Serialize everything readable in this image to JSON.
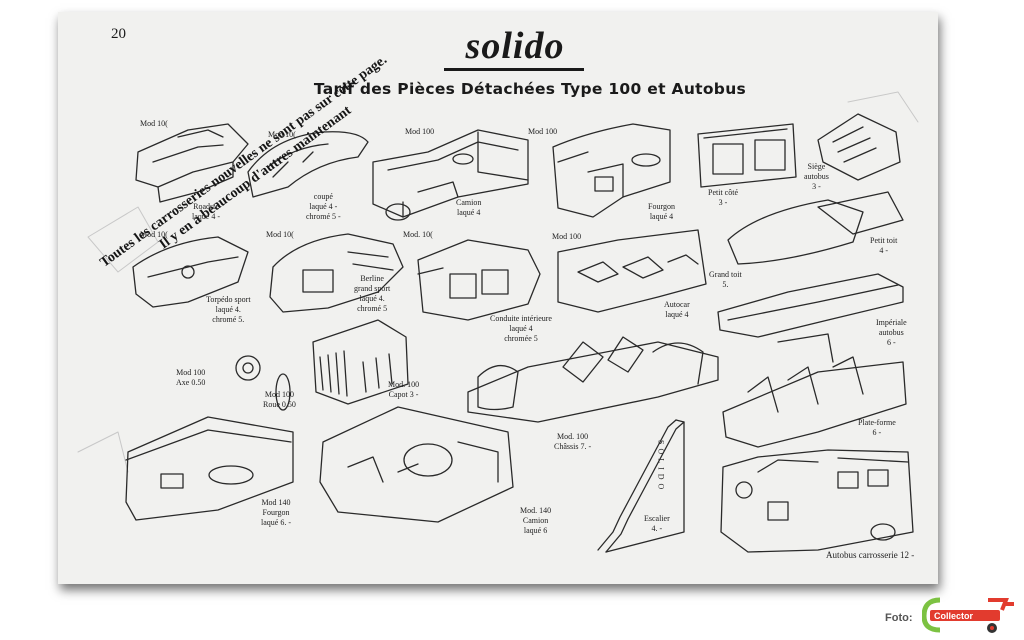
{
  "page_number": "20",
  "brand": "solido",
  "title": "Tarif des Pièces Détachées Type 100 et Autobus",
  "diagonal_notice": [
    "Toutes les carrosseries nouvelles ne sont pas sur cette page.",
    "Il y en a beaucoup d'autres maintenant"
  ],
  "parts": [
    {
      "id": "roadster-mod",
      "lines": [
        "Mod 10("
      ]
    },
    {
      "id": "roadster",
      "lines": [
        "Roadste",
        "laqué 4 -"
      ]
    },
    {
      "id": "coupe-mod",
      "lines": [
        "Mod 10("
      ]
    },
    {
      "id": "coupe",
      "lines": [
        "coupé",
        "laqué 4 -",
        "chromé 5 -"
      ]
    },
    {
      "id": "camion-mod",
      "lines": [
        "Mod 100"
      ]
    },
    {
      "id": "camion",
      "lines": [
        "Camion",
        "laqué 4"
      ]
    },
    {
      "id": "fourgon-mod",
      "lines": [
        "Mod 100"
      ]
    },
    {
      "id": "fourgon",
      "lines": [
        "Fourgon",
        "laqué 4"
      ]
    },
    {
      "id": "petit-cote",
      "lines": [
        "Petit côté",
        "3 -"
      ]
    },
    {
      "id": "siege-autobus",
      "lines": [
        "Siège",
        "autobus",
        "3 -"
      ]
    },
    {
      "id": "torpedo-mod",
      "lines": [
        "Mod 10("
      ]
    },
    {
      "id": "torpedo",
      "lines": [
        "Torpédo sport",
        "laqué 4.",
        "chromé 5."
      ]
    },
    {
      "id": "berline-mod",
      "lines": [
        "Mod 10("
      ]
    },
    {
      "id": "berline",
      "lines": [
        "Berline",
        "grand sport",
        "laqué 4.",
        "chromé 5"
      ]
    },
    {
      "id": "conduite-mod",
      "lines": [
        "Mod. 10("
      ]
    },
    {
      "id": "conduite",
      "lines": [
        "Conduite intérieure",
        "laqué 4",
        "chromée 5"
      ]
    },
    {
      "id": "autocar-mod",
      "lines": [
        "Mod 100"
      ]
    },
    {
      "id": "autocar",
      "lines": [
        "Autocar",
        "laqué 4"
      ]
    },
    {
      "id": "grand-toit",
      "lines": [
        "Grand toit",
        "5."
      ]
    },
    {
      "id": "petit-toit",
      "lines": [
        "Petit toit",
        "4 -"
      ]
    },
    {
      "id": "imperiale",
      "lines": [
        "Impériale",
        "autobus",
        "6 -"
      ]
    },
    {
      "id": "axe",
      "lines": [
        "Mod 100",
        "Axe 0.50"
      ]
    },
    {
      "id": "roue",
      "lines": [
        "Mod 100",
        "Roue 0.50"
      ]
    },
    {
      "id": "capot",
      "lines": [
        "Mod. 100",
        "Capot 3 -"
      ]
    },
    {
      "id": "chassis",
      "lines": [
        "Mod. 100",
        "Châssis 7. -"
      ]
    },
    {
      "id": "plateforme",
      "lines": [
        "Plate-forme",
        "6 -"
      ]
    },
    {
      "id": "fourgon-140",
      "lines": [
        "Mod 140",
        "Fourgon",
        "laqué 6. -"
      ]
    },
    {
      "id": "camion-140",
      "lines": [
        "Mod. 140",
        "Camion",
        "laqué 6"
      ]
    },
    {
      "id": "escalier",
      "lines": [
        "Escalier",
        "4. -"
      ]
    },
    {
      "id": "autobus-carrosserie",
      "lines": [
        "Autobus carrosserie 12 -"
      ]
    }
  ],
  "escalier_lettering": "SOLIDO",
  "footer": {
    "foto_label": "Foto:",
    "logo_text": "Collector"
  }
}
